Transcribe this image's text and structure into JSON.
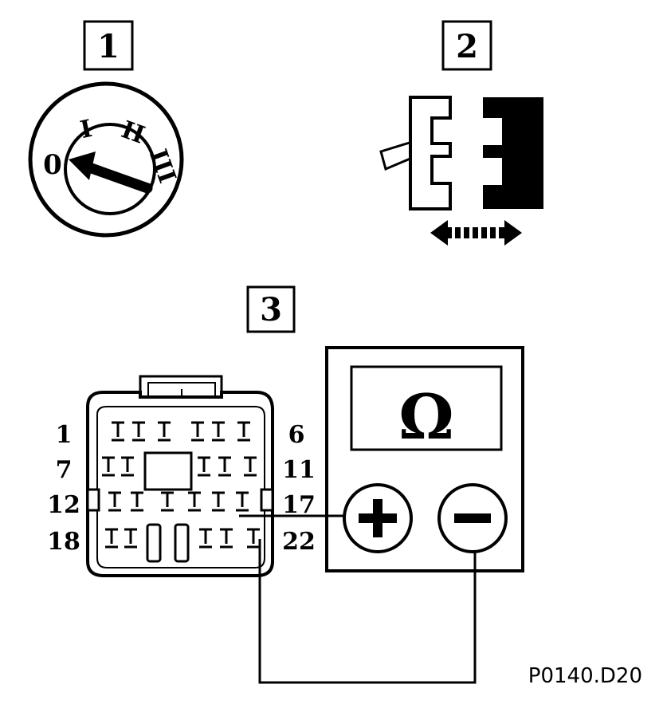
{
  "steps": {
    "step1": "1",
    "step2": "2",
    "step3": "3"
  },
  "ignition_positions": {
    "p0": "0",
    "p1": "I",
    "p2": "II",
    "p3": "III"
  },
  "connector": {
    "pin_labels": {
      "row1_left": "1",
      "row1_right": "6",
      "row2_left": "7",
      "row2_right": "11",
      "row3_left": "12",
      "row3_right": "17",
      "row4_left": "18",
      "row4_right": "22"
    }
  },
  "meter": {
    "display_symbol": "Ω",
    "positive_terminal": "+",
    "negative_terminal": "−"
  },
  "reference": "P0140.D20",
  "colors": {
    "ink": "#000000",
    "paper": "#ffffff"
  },
  "icons": {
    "ignition": "ignition-switch-icon",
    "plug": "connector-plug-icon",
    "arrow": "double-arrow-icon"
  }
}
